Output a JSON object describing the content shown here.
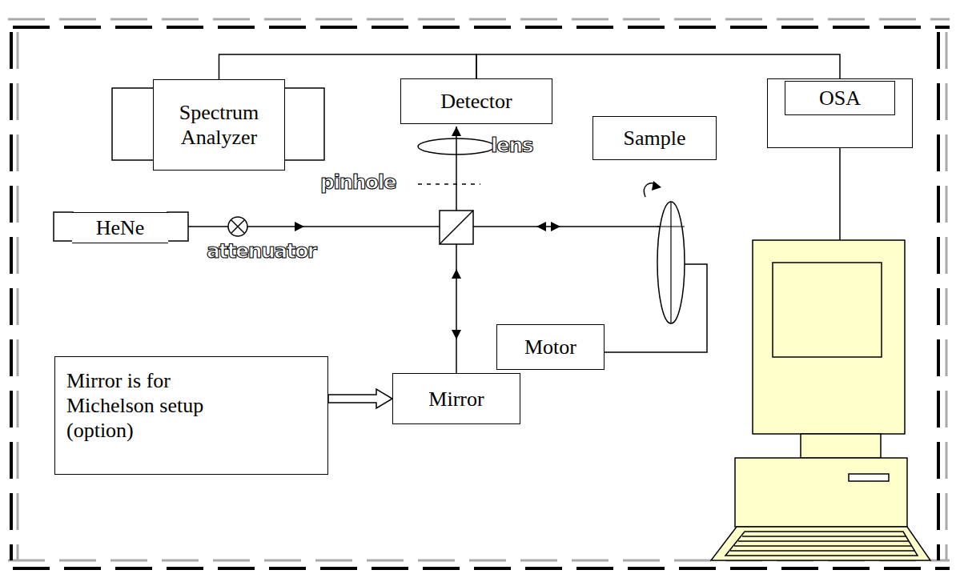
{
  "diagram": {
    "nodes": [
      {
        "text": [
          "Spectrum Analyzer"
        ]
      },
      {
        "text": [
          "Detector"
        ]
      },
      {
        "text": [
          "OSA"
        ]
      },
      {
        "text": [
          "Sample"
        ]
      },
      {
        "text": [
          "HeNe"
        ]
      },
      {
        "text": [
          "Motor"
        ]
      },
      {
        "text": [
          "Mirror is for Michelson setup (option)"
        ]
      },
      {
        "text": [
          "Mirror"
        ]
      }
    ],
    "edges": [
      {
        "from": 0,
        "to": 1,
        "arrow": "none"
      },
      {
        "from": 1,
        "to": 2,
        "arrow": "none"
      },
      {
        "from": 6,
        "to": 7,
        "arrow": "to"
      }
    ],
    "labels": [
      "lens",
      "pinhole",
      "attenuator"
    ]
  }
}
